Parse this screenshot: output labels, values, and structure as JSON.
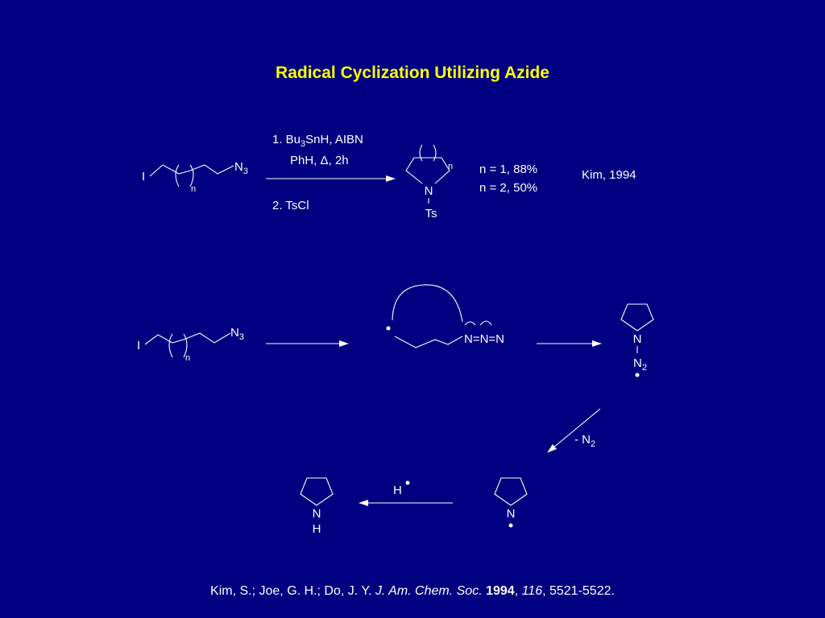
{
  "title": "Radical Cyclization Utilizing Azide",
  "scheme1": {
    "iodo": "I",
    "n": "n",
    "azide_N": "N",
    "azide_sub": "3",
    "step1_a": "1. Bu",
    "step1_sub": "3",
    "step1_b": "SnH, AIBN",
    "step1_line2_a": "PhH, ",
    "step1_delta": "Δ",
    "step1_line2_b": ", 2h",
    "step2": "2. TsCl",
    "ring_N": "N",
    "ring_n": "n",
    "ring_sub": "Ts",
    "yield1": "n = 1, 88%",
    "yield2": "n = 2, 50%",
    "ref_short": "Kim, 1994"
  },
  "mechanism": {
    "iodo": "I",
    "n": "n",
    "azide_N": "N",
    "azide_sub": "3",
    "triazene": "N=N=N",
    "aminyl_N": "N",
    "aminyl_N2": "N",
    "aminyl_N2_sub": "2",
    "loss": "- N",
    "loss_sub": "2",
    "radical_N": "N",
    "h_atom": "H",
    "product_N": "N",
    "product_H": "H"
  },
  "citation": {
    "authors": "Kim, S.; Joe, G. H.; Do, J. Y. ",
    "journal": "J. Am. Chem. Soc.",
    "year": "1994",
    "volume": "116",
    "pages": ", 5521-5522."
  }
}
